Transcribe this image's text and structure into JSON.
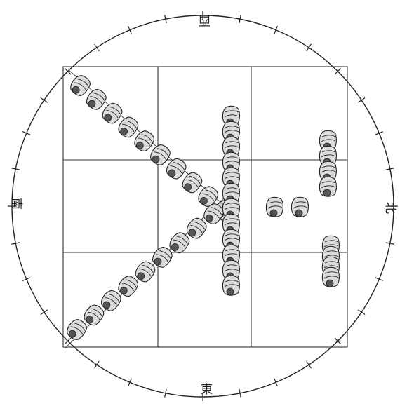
{
  "directions": {
    "west": "西",
    "north": "北",
    "south": "南",
    "east": "東"
  },
  "colors": {
    "ink": "#222222",
    "figure_fill": "#dcdcdc",
    "paper": "#ffffff"
  },
  "figures": {
    "diagonal_count": 19,
    "vertical_count": 12,
    "right_column_count": 8,
    "cross_count": 2
  }
}
